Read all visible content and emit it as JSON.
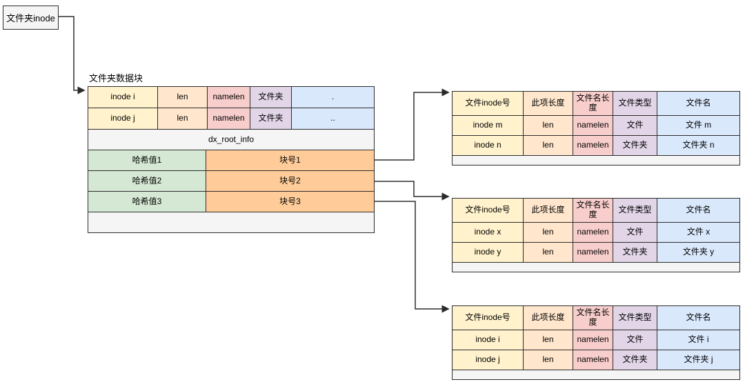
{
  "inode_box": {
    "label": "文件夹inode"
  },
  "main_table": {
    "label": "文件夹数据块",
    "dirent_rows": [
      [
        "inode i",
        "len",
        "namelen",
        "文件夹",
        "."
      ],
      [
        "inode j",
        "len",
        "namelen",
        "文件夹",
        ".."
      ]
    ],
    "dx_root_info": "dx_root_info",
    "hash_rows": [
      {
        "hash": "哈希值1",
        "block": "块号1"
      },
      {
        "hash": "哈希值2",
        "block": "块号2"
      },
      {
        "hash": "哈希值3",
        "block": "块号3"
      }
    ]
  },
  "block_tables": [
    {
      "headers": [
        "文件inode号",
        "此项长度",
        "文件名长度",
        "文件类型",
        "文件名"
      ],
      "rows": [
        [
          "inode m",
          "len",
          "namelen",
          "文件",
          "文件 m"
        ],
        [
          "inode n",
          "len",
          "namelen",
          "文件夹",
          "文件夹 n"
        ]
      ]
    },
    {
      "headers": [
        "文件inode号",
        "此项长度",
        "文件名长度",
        "文件类型",
        "文件名"
      ],
      "rows": [
        [
          "inode x",
          "len",
          "namelen",
          "文件",
          "文件 x"
        ],
        [
          "inode y",
          "len",
          "namelen",
          "文件夹",
          "文件夹 y"
        ]
      ]
    },
    {
      "headers": [
        "文件inode号",
        "此项长度",
        "文件名长度",
        "文件类型",
        "文件名"
      ],
      "rows": [
        [
          "inode i",
          "len",
          "namelen",
          "文件",
          "文件 i"
        ],
        [
          "inode j",
          "len",
          "namelen",
          "文件夹",
          "文件夹 j"
        ]
      ]
    }
  ],
  "colors": {
    "field_inode": "#fff2cc",
    "field_len": "#ffe6cc",
    "field_namelen": "#f8cecc",
    "field_type": "#e1d5e7",
    "field_name": "#dae8fc",
    "hash_value": "#d5e8d4",
    "block_number": "#ffcc99",
    "neutral_fill": "#f5f5f5",
    "line": "#2b2b2b"
  }
}
